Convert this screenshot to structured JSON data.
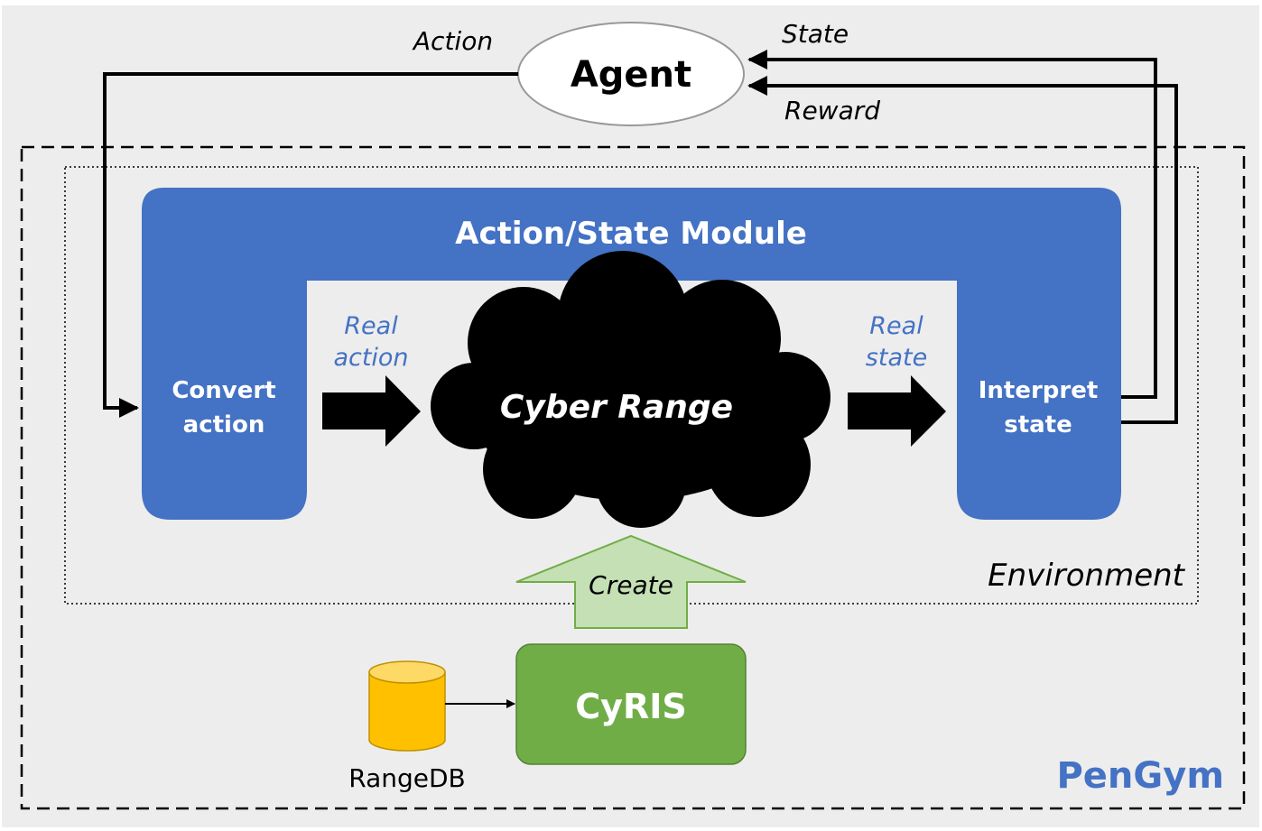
{
  "agent": {
    "label": "Agent"
  },
  "signals": {
    "action": "Action",
    "state": "State",
    "reward": "Reward"
  },
  "module": {
    "title": "Action/State Module",
    "convert_line1": "Convert",
    "convert_line2": "action",
    "interpret_line1": "Interpret",
    "interpret_line2": "state"
  },
  "flows": {
    "real_action_line1": "Real",
    "real_action_line2": "action",
    "real_state_line1": "Real",
    "real_state_line2": "state",
    "create": "Create"
  },
  "cyber_range": {
    "label": "Cyber Range"
  },
  "environment": {
    "label": "Environment"
  },
  "cyris": {
    "label": "CyRIS"
  },
  "rangedb": {
    "label": "RangeDB"
  },
  "pengym": {
    "label": "PenGym"
  },
  "colors": {
    "background": "#EDEDED",
    "module_blue": "#4472C4",
    "label_blue": "#4472C4",
    "cyris_green": "#70AD47",
    "create_green": "#C5E0B4",
    "db_yellow": "#FFC000",
    "black": "#000000",
    "white": "#FFFFFF"
  }
}
